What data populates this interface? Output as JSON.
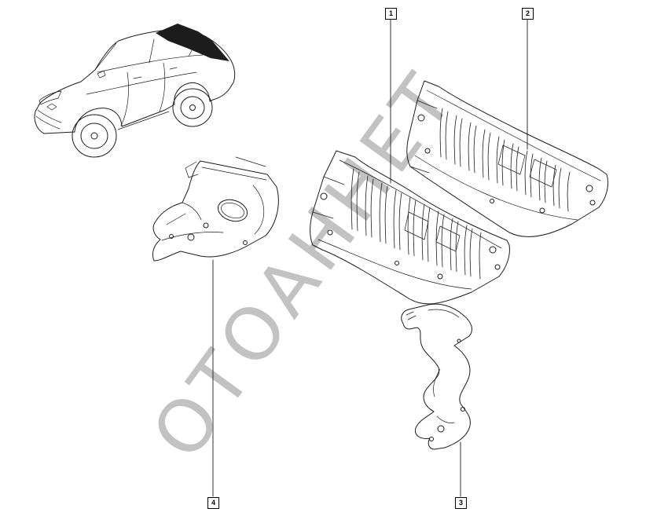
{
  "watermark": {
    "text": "ОТОАННЕТ",
    "color": "#c2c2c2",
    "rotation_deg": -54
  },
  "callouts": [
    {
      "label": "1"
    },
    {
      "label": "2"
    },
    {
      "label": "3"
    },
    {
      "label": "4"
    }
  ],
  "diagram": {
    "line_color": "#1c1c1c",
    "background": "#ffffff"
  }
}
